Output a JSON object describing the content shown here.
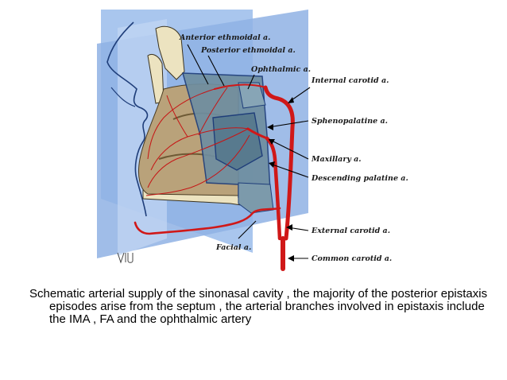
{
  "labels": {
    "anterior_ethmoidal": "Anterior ethmoidal a.",
    "posterior_ethmoidal": "Posterior ethmoidal a.",
    "ophthalmic": "Ophthalmic a.",
    "internal_carotid": "Internal carotid a.",
    "sphenopalatine": "Sphenopalatine a.",
    "maxillary": "Maxillary a.",
    "descending_palatine": "Descending palatine a.",
    "external_carotid": "External carotid a.",
    "facial": "Facial a.",
    "common_carotid": "Common carotid a."
  },
  "signature": "VIU",
  "caption": "Schematic arterial supply of the sinonasal cavity , the majority of the posterior epistaxis episodes arise from the septum , the arterial branches involved in epistaxis include the IMA , FA and the ophthalmic artery",
  "colors": {
    "artery": "#d01818",
    "plane": "#a9c6ee",
    "plane_dark": "#8fb2e4",
    "bone": "#ece3c0",
    "tissue": "#b9a27a",
    "cavity": "#6f8ea0",
    "outline": "#1f3e7a"
  }
}
